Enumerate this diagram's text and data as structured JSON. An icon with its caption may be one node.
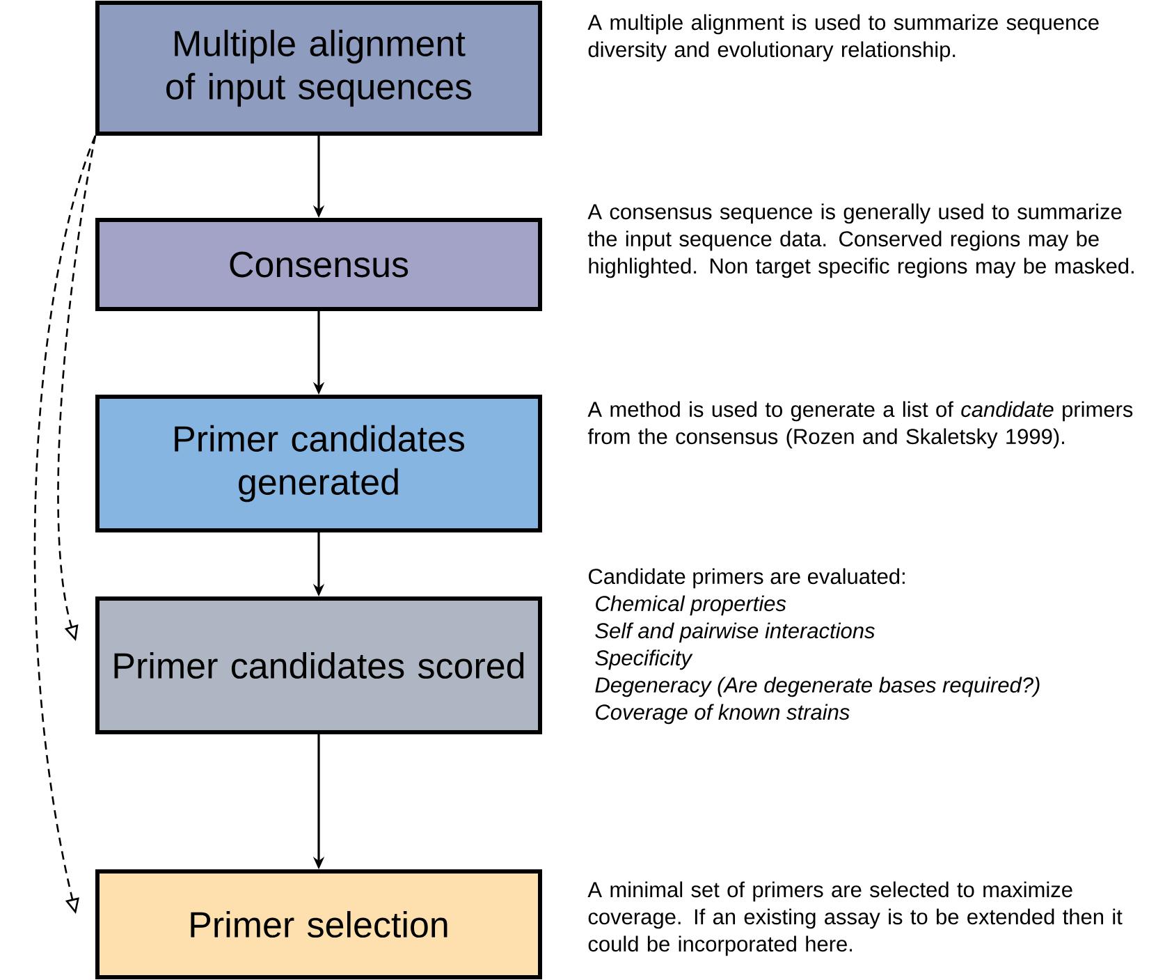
{
  "diagram": {
    "nodes": [
      {
        "text": [
          "Multiple alignment of input sequences"
        ],
        "beside": [
          "A multiple alignment is used to summarize sequence diversity and evolutionary relationship."
        ]
      },
      {
        "text": [
          "Consensus"
        ],
        "beside": [
          "A consensus sequence is generally used to summarize the input sequence data. Conserved regions may be highlighted. Non target specific regions may be masked."
        ]
      },
      {
        "text": [
          "Primer candidates generated"
        ],
        "beside": [
          "A method is used to generate a list of *candidate* primers from the consensus (Rozen and Skaletsky 1999)."
        ]
      },
      {
        "text": [
          "Primer candidates scored"
        ],
        "beside": [
          "Candidate primers are evaluated:",
          "Chemical properties",
          "Self and pairwise interactions",
          "Specificity",
          "Degeneracy (Are degenerate bases required?)",
          "Coverage of known strains"
        ]
      },
      {
        "text": [
          "Primer selection"
        ],
        "beside": [
          "A minimal set of primers are selected to maximize coverage. If an existing assay is to be extended then it could be incorporated here."
        ]
      }
    ],
    "edges": [
      {
        "from": 0,
        "to": 1,
        "arrow": "to"
      },
      {
        "from": 1,
        "to": 2,
        "arrow": "to"
      },
      {
        "from": 2,
        "to": 3,
        "arrow": "to"
      },
      {
        "from": 3,
        "to": 4,
        "arrow": "to"
      },
      {
        "from": 0,
        "to": 3,
        "arrow": "to",
        "style": "dashed"
      },
      {
        "from": 0,
        "to": 4,
        "arrow": "to",
        "style": "dashed"
      }
    ]
  }
}
